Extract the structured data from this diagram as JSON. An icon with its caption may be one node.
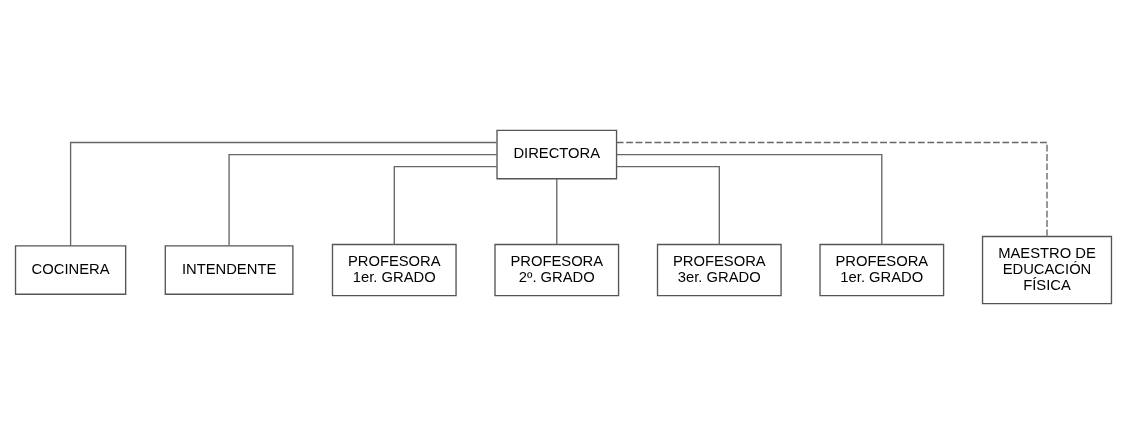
{
  "diagram": {
    "nodes": [
      {
        "text": [
          "DIRECTORA"
        ]
      },
      {
        "text": [
          "COCINERA"
        ]
      },
      {
        "text": [
          "INTENDENTE"
        ]
      },
      {
        "text": [
          "PROFESORA 1er. GRADO"
        ]
      },
      {
        "text": [
          "PROFESORA 2º. GRADO"
        ]
      },
      {
        "text": [
          "PROFESORA 3er. GRADO"
        ]
      },
      {
        "text": [
          "PROFESORA 1er. GRADO"
        ]
      },
      {
        "text": [
          "MAESTRO DE EDUCACIÓN FÍSICA"
        ]
      }
    ],
    "edges": [
      {
        "from": 0,
        "to": 1,
        "arrow": "none"
      },
      {
        "from": 0,
        "to": 2,
        "arrow": "none"
      },
      {
        "from": 0,
        "to": 3,
        "arrow": "none"
      },
      {
        "from": 0,
        "to": 4,
        "arrow": "none"
      },
      {
        "from": 0,
        "to": 5,
        "arrow": "none"
      },
      {
        "from": 0,
        "to": 6,
        "arrow": "none"
      },
      {
        "from": 0,
        "to": 7,
        "arrow": "none",
        "style": "dashed"
      }
    ]
  }
}
